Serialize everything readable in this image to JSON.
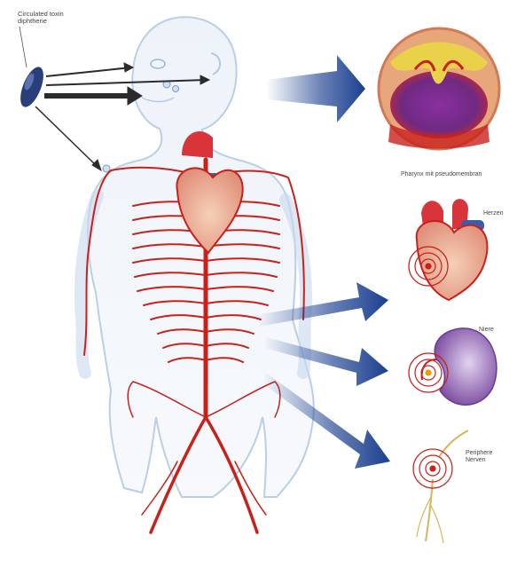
{
  "labels": {
    "toxin": "Circulated toxin diphtherie",
    "pharynx": "Pharynx mit pseudomembran",
    "heart": "Herzen",
    "kidney": "Niere",
    "nerves": "Periphere Nerven"
  },
  "colors": {
    "body_outline": "#b9cfe8",
    "artery": "#c8201b",
    "arrow": "#1b3f8f",
    "heart": "#d8343a",
    "kidney": "#7a4aa0",
    "target_ring": "#c8201b"
  },
  "icons": [
    "bacterium-icon",
    "arrow-icon",
    "target-rings-icon"
  ]
}
